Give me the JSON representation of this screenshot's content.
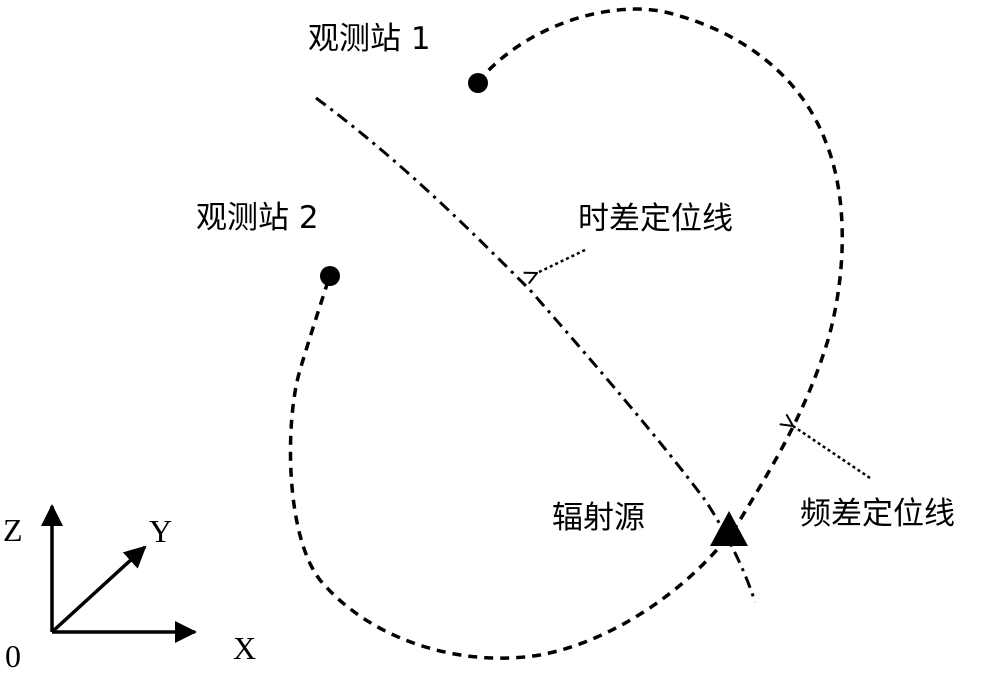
{
  "labels": {
    "station1": "观测站 1",
    "station2": "观测站 2",
    "tdoa_line": "时差定位线",
    "fdoa_line": "频差定位线",
    "source": "辐射源"
  },
  "axes": {
    "z": "Z",
    "y": "Y",
    "x": "X",
    "origin": "0"
  },
  "colors": {
    "ink": "#000000",
    "background": "#ffffff"
  }
}
